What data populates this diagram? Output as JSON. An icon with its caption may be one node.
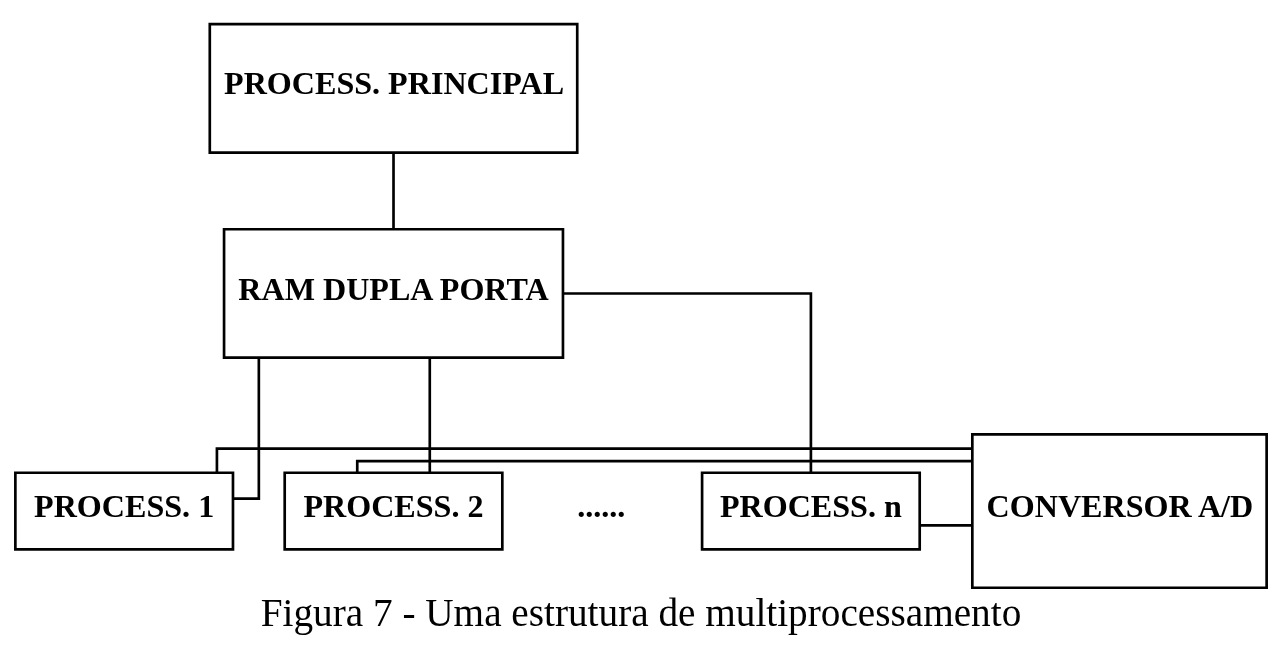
{
  "diagram": {
    "caption": "Figura 7 - Uma estrutura de multiprocessamento",
    "nodes": [
      {
        "text": [
          "PROCESS. PRINCIPAL"
        ]
      },
      {
        "text": [
          "RAM DUPLA PORTA"
        ]
      },
      {
        "text": [
          "PROCESS. 1"
        ]
      },
      {
        "text": [
          "PROCESS. 2"
        ]
      },
      {
        "text": [
          "PROCESS. n"
        ]
      },
      {
        "text": [
          "CONVERSOR A/D"
        ]
      }
    ],
    "edges": [
      {
        "from": 0,
        "to": 1,
        "arrow": "none"
      },
      {
        "from": 1,
        "to": 2,
        "arrow": "none"
      },
      {
        "from": 1,
        "to": 3,
        "arrow": "none"
      },
      {
        "from": 1,
        "to": 4,
        "arrow": "none"
      },
      {
        "from": 2,
        "to": 5,
        "arrow": "none"
      },
      {
        "from": 3,
        "to": 5,
        "arrow": "none"
      },
      {
        "from": 4,
        "to": 5,
        "arrow": "none"
      }
    ],
    "labels": [
      "......"
    ]
  }
}
